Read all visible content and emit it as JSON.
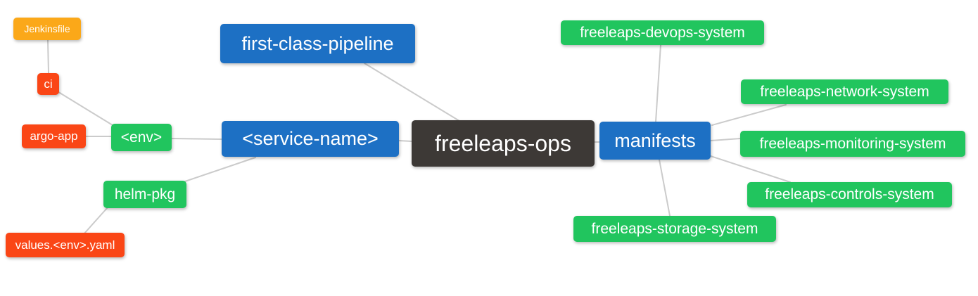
{
  "diagram": {
    "type": "mindmap",
    "background_color": "#ffffff",
    "edge_color": "#cbcbcb",
    "palette": {
      "root": "#3d3936",
      "level1": "#1d70c4",
      "level2": "#21c55e",
      "level3": "#fa4616",
      "level4": "#fba819"
    },
    "nodes": {
      "root": {
        "label": "freeleaps-ops",
        "color": "#3d3936"
      },
      "first_class_pipeline": {
        "label": "first-class-pipeline",
        "color": "#1d70c4"
      },
      "service_name": {
        "label": "<service-name>",
        "color": "#1d70c4"
      },
      "manifests": {
        "label": "manifests",
        "color": "#1d70c4"
      },
      "env": {
        "label": "<env>",
        "color": "#21c55e"
      },
      "helm_pkg": {
        "label": "helm-pkg",
        "color": "#21c55e"
      },
      "argo_app": {
        "label": "argo-app",
        "color": "#fa4616"
      },
      "ci": {
        "label": "ci",
        "color": "#fa4616"
      },
      "jenkinsfile": {
        "label": "Jenkinsfile",
        "color": "#fba819"
      },
      "values_env_yaml": {
        "label": "values.<env>.yaml",
        "color": "#fa4616"
      },
      "devops_system": {
        "label": "freeleaps-devops-system",
        "color": "#21c55e"
      },
      "network_system": {
        "label": "freeleaps-network-system",
        "color": "#21c55e"
      },
      "monitoring_system": {
        "label": "freeleaps-monitoring-system",
        "color": "#21c55e"
      },
      "controls_system": {
        "label": "freeleaps-controls-system",
        "color": "#21c55e"
      },
      "storage_system": {
        "label": "freeleaps-storage-system",
        "color": "#21c55e"
      }
    },
    "hierarchy": {
      "freeleaps-ops": {
        "first-class-pipeline": {},
        "<service-name>": {
          "<env>": {
            "argo-app": {},
            "ci": {
              "Jenkinsfile": {}
            }
          },
          "helm-pkg": {
            "values.<env>.yaml": {}
          }
        },
        "manifests": {
          "freeleaps-devops-system": {},
          "freeleaps-network-system": {},
          "freeleaps-monitoring-system": {},
          "freeleaps-controls-system": {},
          "freeleaps-storage-system": {}
        }
      }
    }
  }
}
